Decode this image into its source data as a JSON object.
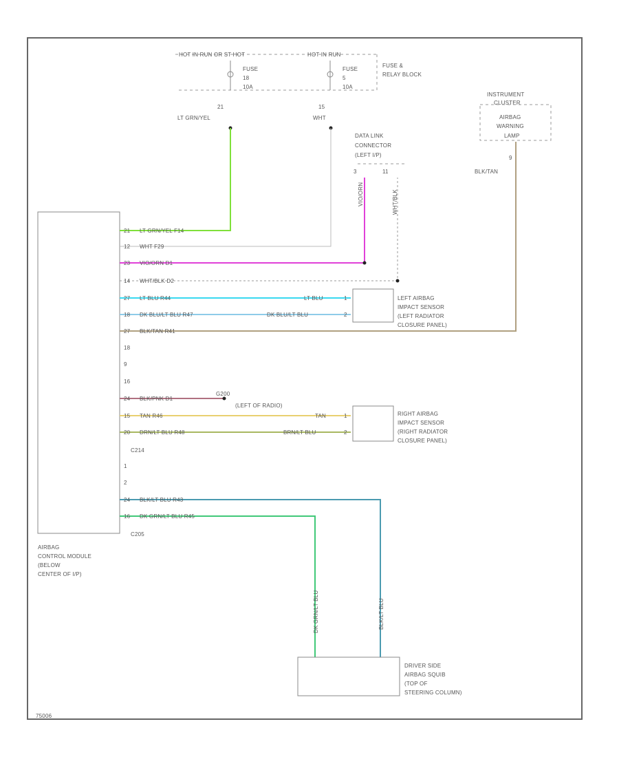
{
  "diagram": {
    "fuse_block": {
      "hot_run_start": "HOT IN RUN OR ST HOT",
      "hot_run": "HOT IN RUN",
      "fuse_a": [
        "FUSE",
        "18",
        "10A"
      ],
      "fuse_b": [
        "FUSE",
        "5",
        "10A"
      ],
      "block_label": [
        "FUSE &",
        "RELAY BLOCK"
      ]
    },
    "fuse_taps": [
      {
        "pin": "21",
        "color_label": "LT GRN/YEL"
      },
      {
        "pin": "15",
        "color_label": "WHT"
      }
    ],
    "instrument_cluster": {
      "label": [
        "INSTRUMENT",
        "CLUSTER"
      ],
      "lamp_label": [
        "AIRBAG",
        "WARNING",
        "LAMP"
      ],
      "pin": "9",
      "wire_label": "BLK/TAN"
    },
    "data_link": {
      "label": [
        "DATA LINK",
        "CONNECTOR",
        "(LEFT I/P)"
      ],
      "pins": [
        "3",
        "11"
      ],
      "wire_a": "VIO/ORN",
      "wire_b": "WHT/BLK"
    },
    "module": {
      "label": [
        "AIRBAG",
        "CONTROL MODULE",
        "(BELOW",
        "CENTER OF I/P)"
      ]
    },
    "module_rows": [
      {
        "pin": "21",
        "text": "LT GRN/YEL   F14"
      },
      {
        "pin": "12",
        "text": "WHT   F29"
      },
      {
        "pin": "23",
        "text": "VIO/ORN   D1"
      },
      {
        "pin": "14",
        "text": "WHT/BLK   D2"
      },
      {
        "pin": "27",
        "text": "LT BLU   R44"
      },
      {
        "pin": "18",
        "text": "DK BLU/LT BLU   R47"
      },
      {
        "pin": "27",
        "text": "BLK/TAN   R41"
      },
      {
        "pin": "18",
        "text": ""
      },
      {
        "pin": "9",
        "text": ""
      },
      {
        "pin": "16",
        "text": ""
      },
      {
        "pin": "24",
        "text": "BLK/PNK   D1"
      },
      {
        "pin": "15",
        "text": "TAN   R46"
      },
      {
        "pin": "20",
        "text": "DRN/LT BLU   R48"
      }
    ],
    "module_rows_lower": [
      {
        "pin": "1",
        "text": ""
      },
      {
        "pin": "2",
        "text": ""
      },
      {
        "pin": "24",
        "text": "BLK/LT BLU   R43"
      },
      {
        "pin": "16",
        "text": "DK GRN/LT BLU   R45"
      }
    ],
    "ground": {
      "label": "G200",
      "location": "(LEFT OF RADIO)"
    },
    "connectors": {
      "c214": "C214",
      "c205": "C205"
    },
    "left_sensor": {
      "label": [
        "LEFT AIRBAG",
        "IMPACT SENSOR",
        "(LEFT RADIATOR",
        "CLOSURE PANEL)"
      ],
      "wire_a": "LT BLU",
      "wire_b": "DK BLU/LT BLU",
      "pin_a": "1",
      "pin_b": "2"
    },
    "right_sensor": {
      "label": [
        "RIGHT AIRBAG",
        "IMPACT SENSOR",
        "(RIGHT RADIATOR",
        "CLOSURE PANEL)"
      ],
      "wire_a": "TAN",
      "wire_b": "BRN/LT BLU",
      "pin_a": "1",
      "pin_b": "2"
    },
    "squib": {
      "label": [
        "DRIVER SIDE",
        "AIRBAG SQUIB",
        "(TOP OF",
        "STEERING COLUMN)"
      ],
      "wire_a": "DK GRN/LT BLU",
      "wire_b": "BLK/LT BLU"
    },
    "footer_code": "75006"
  },
  "colors": {
    "lt_grn_yel": "#7fe03a",
    "wht": "#bbbbbb",
    "vio_orn": "#e040d8",
    "wht_blk": "#999999",
    "lt_blu": "#38d8f0",
    "dk_blu_lt_blu": "#8ecbe8",
    "blk_tan": "#b0a080",
    "blk_pnk": "#b07080",
    "tan": "#e8d070",
    "brn_lt_blu": "#a8b860",
    "blk_lt_blu": "#4a9ab0",
    "dk_grn_lt_blu": "#40c878"
  }
}
